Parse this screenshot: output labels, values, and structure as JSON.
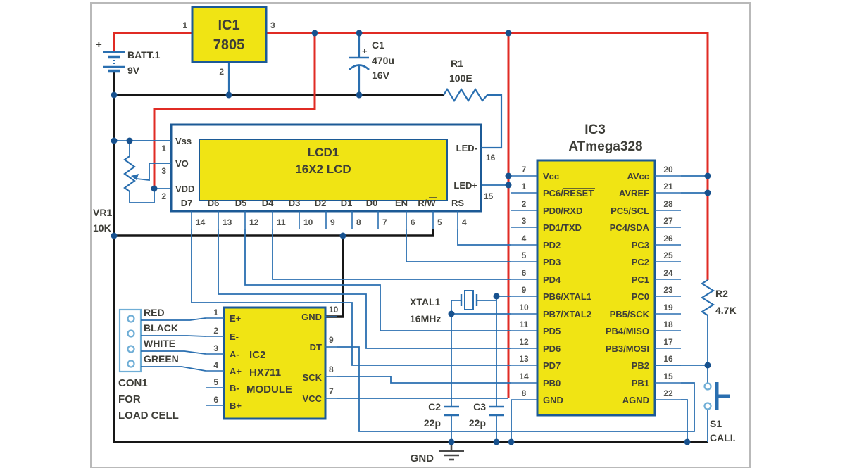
{
  "colors": {
    "wire_red": "#e02b24",
    "wire_black": "#161616",
    "wire_blue": "#2a6fb0",
    "box_stroke": "#1c5a96",
    "chip_fill": "#f0e414",
    "junction": "#17518e",
    "text_dark": "#3e3e38",
    "pin_num": "#52524e",
    "con_stroke": "#6fodoc",
    "frame": "#b9b9b9"
  },
  "battery": {
    "plus": "+",
    "ref": "BATT.1",
    "value": "9V"
  },
  "ic1": {
    "ref": "IC1",
    "part": "7805",
    "pin_in": "1",
    "pin_gnd": "2",
    "pin_out": "3"
  },
  "c1": {
    "ref": "C1",
    "value": "470u",
    "rating": "16V",
    "plus": "+"
  },
  "r1": {
    "ref": "R1",
    "value": "100E"
  },
  "vr1": {
    "ref": "VR1",
    "value": "10K"
  },
  "r2": {
    "ref": "R2",
    "value": "4.7K"
  },
  "xtal": {
    "ref": "XTAL1",
    "value": "16MHz"
  },
  "c2": {
    "ref": "C2",
    "value": "22p"
  },
  "c3": {
    "ref": "C3",
    "value": "22p"
  },
  "s1": {
    "ref": "S1",
    "label": "CALI."
  },
  "gnd_label": "GND",
  "lcd": {
    "ref": "LCD1",
    "part": "16X2 LCD",
    "left_pins": [
      {
        "name": "Vss",
        "num": "1"
      },
      {
        "name": "VO",
        "num": "3"
      },
      {
        "name": "VDD",
        "num": "2"
      }
    ],
    "right_pins": [
      {
        "name": "LED-",
        "num": "16"
      },
      {
        "name": "LED+",
        "num": "15"
      }
    ],
    "bottom_pins": [
      {
        "name": "D7",
        "num": "14"
      },
      {
        "name": "D6",
        "num": "13"
      },
      {
        "name": "D5",
        "num": "12"
      },
      {
        "name": "D4",
        "num": "11"
      },
      {
        "name": "D3",
        "num": "10"
      },
      {
        "name": "D2",
        "num": "9"
      },
      {
        "name": "D1",
        "num": "8"
      },
      {
        "name": "D0",
        "num": "7"
      },
      {
        "name": "EN",
        "num": "6"
      },
      {
        "name": "R/W",
        "num": "5"
      },
      {
        "name": "RS",
        "num": "4"
      }
    ]
  },
  "ic3": {
    "ref": "IC3",
    "part": "ATmega328",
    "left_pins": [
      {
        "name": "Vcc",
        "num": "7"
      },
      {
        "name": "PC6/RESET",
        "num": "1"
      },
      {
        "name": "PD0/RXD",
        "num": "2"
      },
      {
        "name": "PD1/TXD",
        "num": "3"
      },
      {
        "name": "PD2",
        "num": "4"
      },
      {
        "name": "PD3",
        "num": "5"
      },
      {
        "name": "PD4",
        "num": "6"
      },
      {
        "name": "PB6/XTAL1",
        "num": "9"
      },
      {
        "name": "PB7/XTAL2",
        "num": "10"
      },
      {
        "name": "PD5",
        "num": "11"
      },
      {
        "name": "PD6",
        "num": "12"
      },
      {
        "name": "PD7",
        "num": "13"
      },
      {
        "name": "PB0",
        "num": "14"
      },
      {
        "name": "GND",
        "num": "8"
      }
    ],
    "right_pins": [
      {
        "name": "AVcc",
        "num": "20"
      },
      {
        "name": "AVREF",
        "num": "21"
      },
      {
        "name": "PC5/SCL",
        "num": "28"
      },
      {
        "name": "PC4/SDA",
        "num": "27"
      },
      {
        "name": "PC3",
        "num": "26"
      },
      {
        "name": "PC2",
        "num": "25"
      },
      {
        "name": "PC1",
        "num": "24"
      },
      {
        "name": "PC0",
        "num": "23"
      },
      {
        "name": "PB5/SCK",
        "num": "19"
      },
      {
        "name": "PB4/MISO",
        "num": "18"
      },
      {
        "name": "PB3/MOSI",
        "num": "17"
      },
      {
        "name": "PB2",
        "num": "16"
      },
      {
        "name": "PB1",
        "num": "15"
      },
      {
        "name": "AGND",
        "num": "22"
      }
    ]
  },
  "ic2": {
    "ref": "IC2",
    "part": "HX711",
    "part2": "MODULE",
    "left_pins": [
      {
        "name": "E+",
        "num": "1"
      },
      {
        "name": "E-",
        "num": "2"
      },
      {
        "name": "A-",
        "num": "3"
      },
      {
        "name": "A+",
        "num": "4"
      },
      {
        "name": "B-",
        "num": "5"
      },
      {
        "name": "B+",
        "num": "6"
      }
    ],
    "right_pins": [
      {
        "name": "GND",
        "num": "10"
      },
      {
        "name": "DT",
        "num": "9"
      },
      {
        "name": "SCK",
        "num": "8"
      },
      {
        "name": "VCC",
        "num": "7"
      }
    ]
  },
  "con1": {
    "ref": "CON1",
    "line2": "FOR",
    "line3": "LOAD CELL",
    "wires": [
      {
        "label": "RED"
      },
      {
        "label": "BLACK"
      },
      {
        "label": "WHITE"
      },
      {
        "label": "GREEN"
      }
    ]
  }
}
